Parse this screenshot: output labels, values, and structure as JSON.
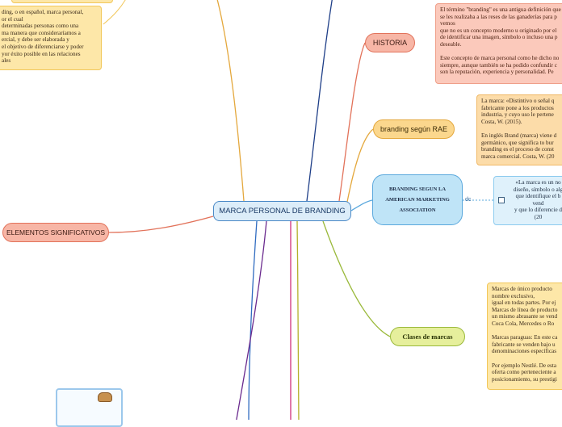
{
  "center": {
    "label": "MARCA PERSONAL DE BRANDING"
  },
  "branches": {
    "historia": {
      "label": "HISTORIA",
      "color": "#e2725a"
    },
    "rae": {
      "label": "branding según RAE",
      "color": "#e4a83d"
    },
    "ama": {
      "label": "BRANDING SEGUN LA AMERICAN MARKETING ASSOCIATION",
      "color": "#5aa8dd"
    },
    "clases": {
      "label": "Clases de marcas",
      "color": "#9ab93a"
    },
    "elementos": {
      "label": "ELEMENTOS SIGNIFICATIVOS",
      "color": "#e2725a"
    }
  },
  "notes": {
    "left": "ding, o en español, marca personal,\nor el cual\n determinadas personas como una\nma manera que  consideraríamos a\nercial, y debe ser elaborada y\nel objetivo de  diferenciarse y poder\nyor éxito posible en las relaciones\nales",
    "historia": "El término \"branding\" es una antigua definición que\nse les realizaba a las reses de las ganaderías para p\nvemos\nque no es un concepto moderno u originado por el\nde  identificar una imagen, símbolo o incluso una p\ndeseable.\n\nEste concepto de marca personal como he dicho no\nsiempre, aunque también se ha podido confundir c\nson la reputación,   experiencia y personalidad. Pe",
    "rae": "La marca: «Distintivo o señal q\nfabricante pone a los productos\nindustria, y cuyo uso le pertene\nCosta, W. (2015).\n\nEn inglés Brand (marca) viene d\ngermánico, que significa to bur\nbranding es el proceso de const\nmarca comercial. Costa, W. (20",
    "ama": "«La marca es un no\ndiseño, símbolo o alg\nque identifique el b\nvend\ny que lo diferencie d\n(20",
    "clases": " Marcas de único producto\nnombre exclusivo,\nigual en todas partes. Por ej\nMarcas de línea de producto\nun mismo abrasante se vend\nCoca Cola, Mercedes o  Ro\n\nMarcas paraguas: En este ca\nfabricante se venden bajo u\ndenominaciones específicas\n\nPor ejemplo Nestlé. De esta\noferta  como perteneciente a\nposicionamiento, su prestigi"
  },
  "link_label": "dc"
}
